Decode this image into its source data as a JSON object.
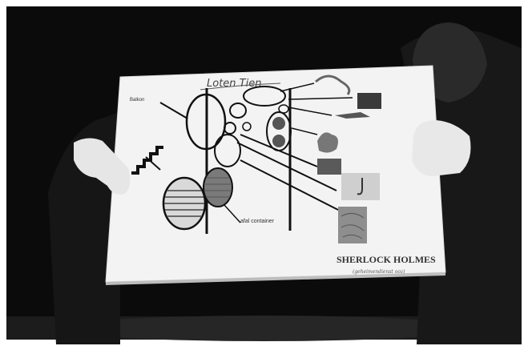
{
  "sheet": {
    "title": "Loten Tien",
    "label_left": "Balkon",
    "label_container": "afal container"
  },
  "logo": {
    "brand": "SHERLOCK HOLMES",
    "tagline": "(geheimendienst ooz)"
  },
  "colors": {
    "background": "#ffffff",
    "darkness": "#0a0a0a",
    "paper": "#f3f3f3"
  }
}
